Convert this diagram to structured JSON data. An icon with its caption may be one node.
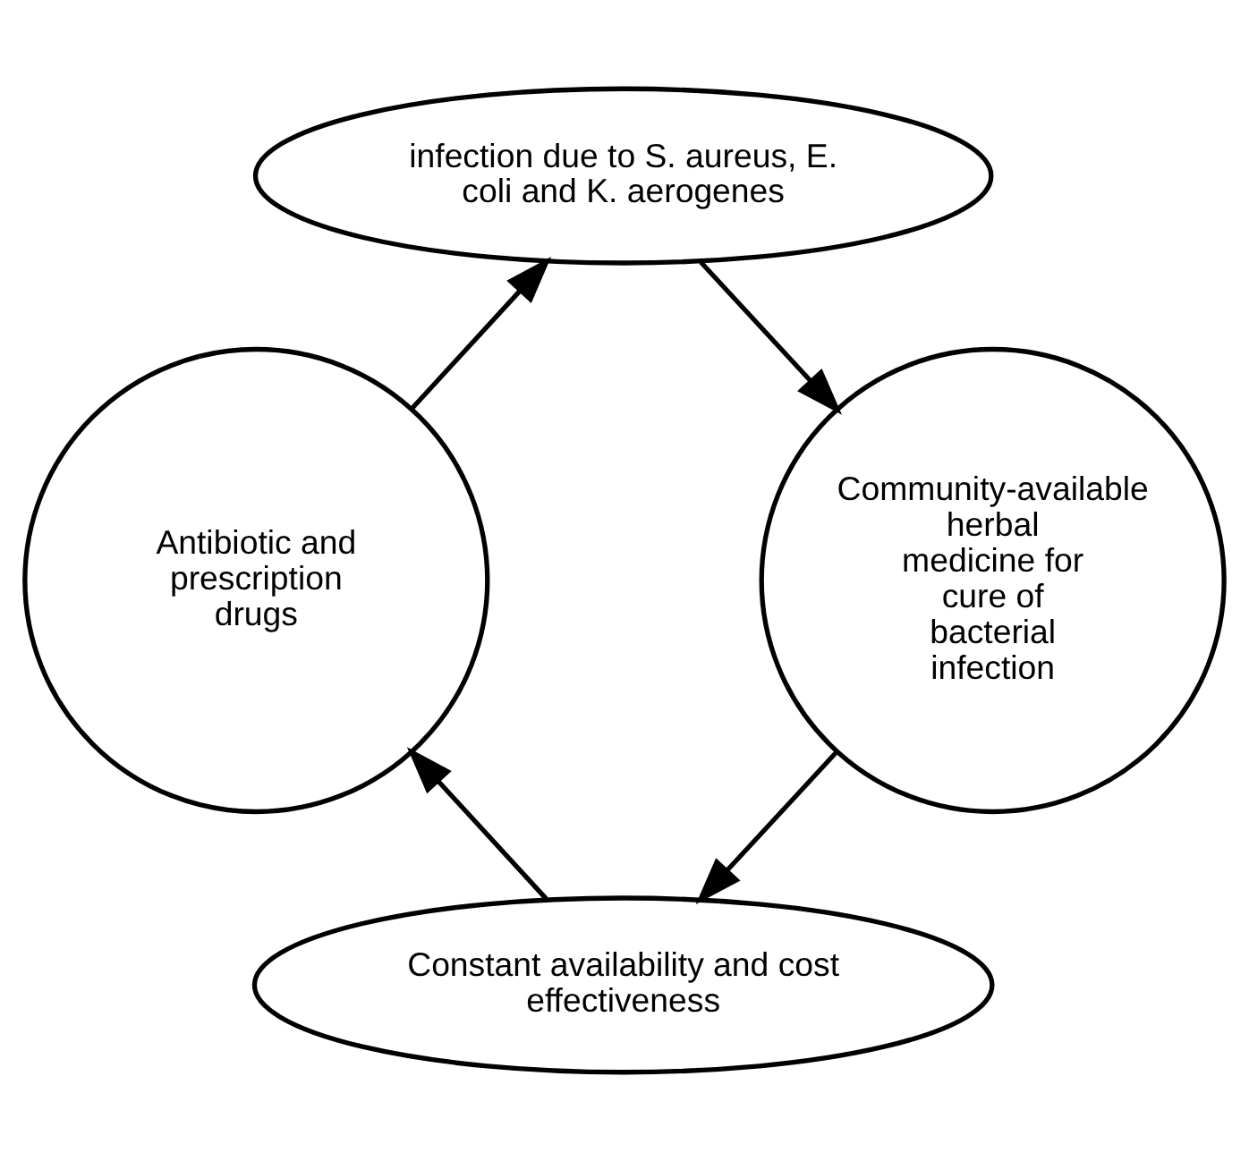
{
  "diagram": {
    "nodes": [
      {
        "text": [
          "infection due to S. aureus, E. coli and K. aerogenes"
        ]
      },
      {
        "text": [
          "Community-available herbal medicine for cure of bacterial infection"
        ]
      },
      {
        "text": [
          "Constant availability and cost effectiveness"
        ]
      },
      {
        "text": [
          "Antibiotic and prescription drugs"
        ]
      }
    ],
    "edges": [
      {
        "from": 0,
        "to": 1,
        "arrow": "to"
      },
      {
        "from": 1,
        "to": 2,
        "arrow": "to"
      },
      {
        "from": 2,
        "to": 3,
        "arrow": "to"
      },
      {
        "from": 3,
        "to": 0,
        "arrow": "to"
      }
    ]
  }
}
